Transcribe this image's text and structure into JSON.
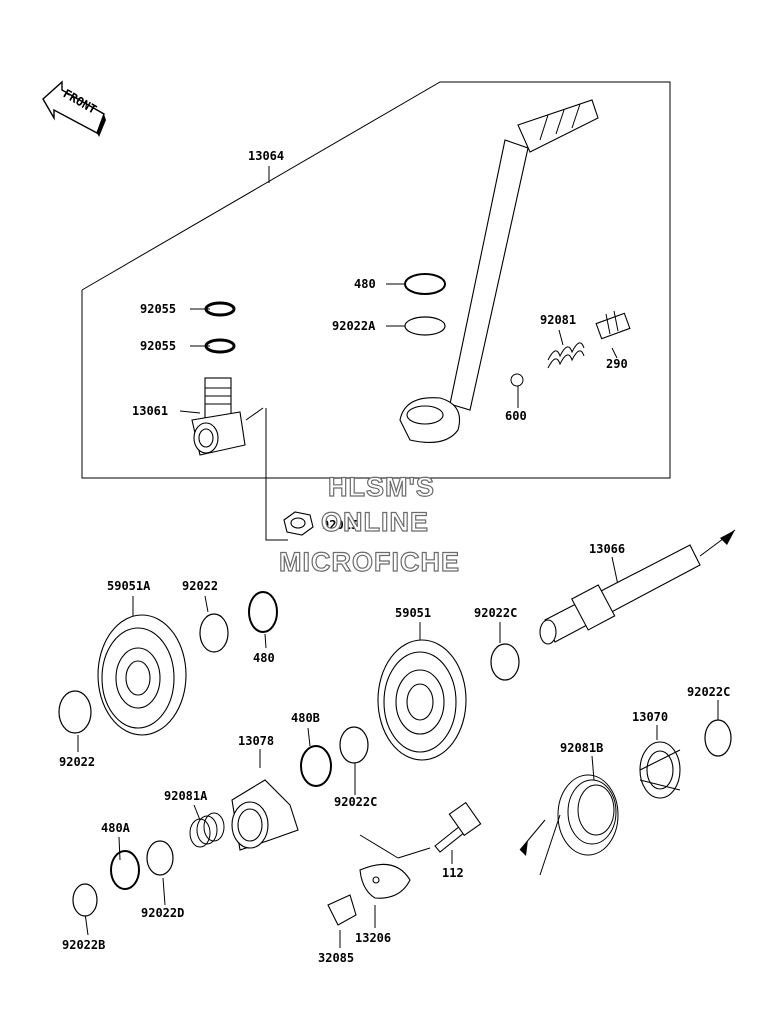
{
  "diagram": {
    "front_arrow_label": "FRONT",
    "watermark": [
      "HLSM'S",
      "ONLINE",
      "MICROFICHE"
    ],
    "parts": {
      "p13064": "13064",
      "p92055a": "92055",
      "p92055b": "92055",
      "p13061": "13061",
      "p480_top": "480",
      "p92022A": "92022A",
      "p92081": "92081",
      "p290": "290",
      "p600": "600",
      "p92015": "92015",
      "p13066": "13066",
      "p59051A": "59051A",
      "p92022_top": "92022",
      "p480_mid": "480",
      "p59051": "59051",
      "p92022C_a": "92022C",
      "p92022_left": "92022",
      "p480B": "480B",
      "p13078": "13078",
      "p92022C_b": "92022C",
      "p92081A": "92081A",
      "p480A": "480A",
      "p92022D": "92022D",
      "p92022B": "92022B",
      "p112": "112",
      "p13206": "13206",
      "p32085": "32085",
      "p92081B": "92081B",
      "p13070": "13070",
      "p92022C_c": "92022C"
    }
  }
}
